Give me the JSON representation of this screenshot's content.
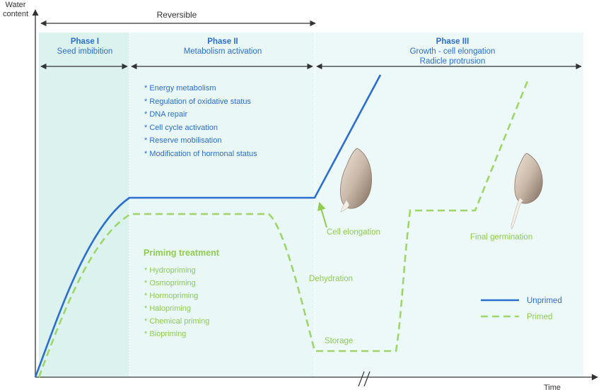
{
  "axes": {
    "y_label_line1": "Water",
    "y_label_line2": "content",
    "x_label": "Time"
  },
  "reversible_label": "Reversible",
  "phases": [
    {
      "title": "Phase I",
      "subtitle": "Seed imbibition"
    },
    {
      "title": "Phase II",
      "subtitle": "Metabolism activation"
    },
    {
      "title": "Phase III",
      "subtitle": "Growth - cell elongation",
      "subtitle2": "Radicle protrusion"
    }
  ],
  "metabolism_items": [
    "Energy metabolism",
    "Regulation of oxidative status",
    "DNA repair",
    "Cell cycle activation",
    "Reserve mobilisation",
    "Modification of hormonal status"
  ],
  "priming": {
    "title": "Priming treatment",
    "items": [
      "Hydropriming",
      "Osmopriming",
      "Hormopriming",
      "Halopriming",
      "Chemical priming",
      "Biopriming"
    ]
  },
  "annotations": {
    "cell_elongation": "Cell elongation",
    "dehydration": "Dehydration",
    "storage": "Storage",
    "final_germination": "Final germination"
  },
  "legend": [
    {
      "label": "Unprimed",
      "color": "#2a6fd0",
      "style": "solid"
    },
    {
      "label": "Primed",
      "color": "#9ed66a",
      "style": "dashed"
    }
  ],
  "colors": {
    "phase_shade": "#e9f7f6",
    "phase1_shade": "#dcf2ef",
    "text_blue": "#2a6fd0",
    "text_green": "#8fcc4f",
    "axis": "#333333"
  },
  "icons": [
    "seed-icon",
    "germinating-seed-icon",
    "arrow-up-icon"
  ]
}
